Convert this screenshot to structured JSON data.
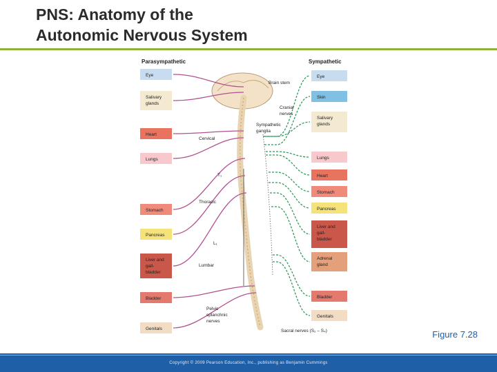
{
  "slide": {
    "title_line1": "PNS: Anatomy of the",
    "title_line2": "Autonomic Nervous System",
    "figure_ref": "Figure 7.28",
    "copyright": "Copyright © 2009 Pearson Education, Inc., publishing as Benjamin Cummings"
  },
  "diagram": {
    "parasympathetic_heading": "Parasympathetic",
    "sympathetic_heading": "Sympathetic",
    "parasympathetic_organs": [
      {
        "label": "Eye",
        "color": "#c8dcef"
      },
      {
        "label": "Salivary glands",
        "color": "#f4ead2"
      },
      {
        "label": "Heart",
        "color": "#e8735e"
      },
      {
        "label": "Lungs",
        "color": "#f7c9cc"
      },
      {
        "label": "Stomach",
        "color": "#f08a7a"
      },
      {
        "label": "Pancreas",
        "color": "#f5e27a"
      },
      {
        "label": "Liver and gall- bladder",
        "color": "#c9584a"
      },
      {
        "label": "Bladder",
        "color": "#e47a6e"
      },
      {
        "label": "Genitals",
        "color": "#f2ddc4"
      }
    ],
    "sympathetic_organs": [
      {
        "label": "Eye",
        "color": "#c8dcef"
      },
      {
        "label": "Skin",
        "color": "#7fc0e4"
      },
      {
        "label": "Salivary glands",
        "color": "#f4ead2"
      },
      {
        "label": "Lungs",
        "color": "#f7c9cc"
      },
      {
        "label": "Heart",
        "color": "#e8735e"
      },
      {
        "label": "Stomach",
        "color": "#f08a7a"
      },
      {
        "label": "Pancreas",
        "color": "#f5e27a"
      },
      {
        "label": "Liver and gall- bladder",
        "color": "#c9584a"
      },
      {
        "label": "Adrenal gland",
        "color": "#e3a07a"
      },
      {
        "label": "Bladder",
        "color": "#e47a6e"
      },
      {
        "label": "Genitals",
        "color": "#f2ddc4"
      }
    ],
    "labels": {
      "brain_stem": "Brain stem",
      "cranial_nerves": "Cranial nerves",
      "sympathetic_ganglia": "Sympathetic ganglia",
      "cervical": "Cervical",
      "t1": "T₁",
      "thoracic": "Thoracic",
      "l1": "L₁",
      "lumbar": "Lumbar",
      "pelvic_splanchnic": "Pelvic splanchnic nerves",
      "sacral_nerves": "Sacral nerves (S₂ – S₄)"
    },
    "colors": {
      "parasympathetic": "#b0508f",
      "sympathetic": "#2e9a5a"
    }
  }
}
